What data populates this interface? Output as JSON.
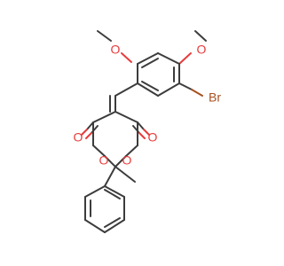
{
  "molecule": {
    "atoms": {
      "o_methoxy_top_left": "O",
      "o_methoxy_top_right": "O",
      "br": "Br",
      "o_carbonyl_left": "O",
      "o_carbonyl_right": "O",
      "o_ring_left": "O",
      "o_ring_right": "O"
    },
    "colors": {
      "bond": "#3c3c3c",
      "oxygen": "#e83b3b",
      "bromine": "#a8501e",
      "background": "#ffffff"
    }
  }
}
